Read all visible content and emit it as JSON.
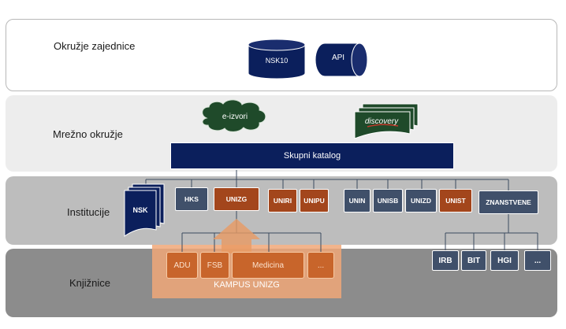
{
  "layers": {
    "community": "Okružje zajednice",
    "network": "Mrežno okružje",
    "institutions": "Institucije",
    "libraries": "Knjižnice"
  },
  "community": {
    "nsk10": "NSK10",
    "api": "API"
  },
  "network": {
    "eizvori": "e-izvori",
    "discovery": "discovery",
    "catalog": "Skupni katalog"
  },
  "institutions": {
    "nsk": "NSK",
    "hks": "HKS",
    "unizg": "UNIZG",
    "uniri": "UNIRI",
    "unipu": "UNIPU",
    "unin": "UNIN",
    "unisb": "UNISB",
    "unizd": "UNIZD",
    "unist": "UNIST",
    "znanstvene": "ZNANSTVENE"
  },
  "libraries": {
    "campus": [
      "ADU",
      "FSB",
      "Medicina",
      "..."
    ],
    "campus_label": "KAMPUS UNIZG",
    "science": [
      "IRB",
      "BIT",
      "HGI",
      "..."
    ]
  },
  "colors": {
    "navy": "#0b1f5c",
    "slate": "#40506a",
    "rust": "#a3461c",
    "orange": "#e07a3a",
    "green": "#1f4a2a"
  }
}
